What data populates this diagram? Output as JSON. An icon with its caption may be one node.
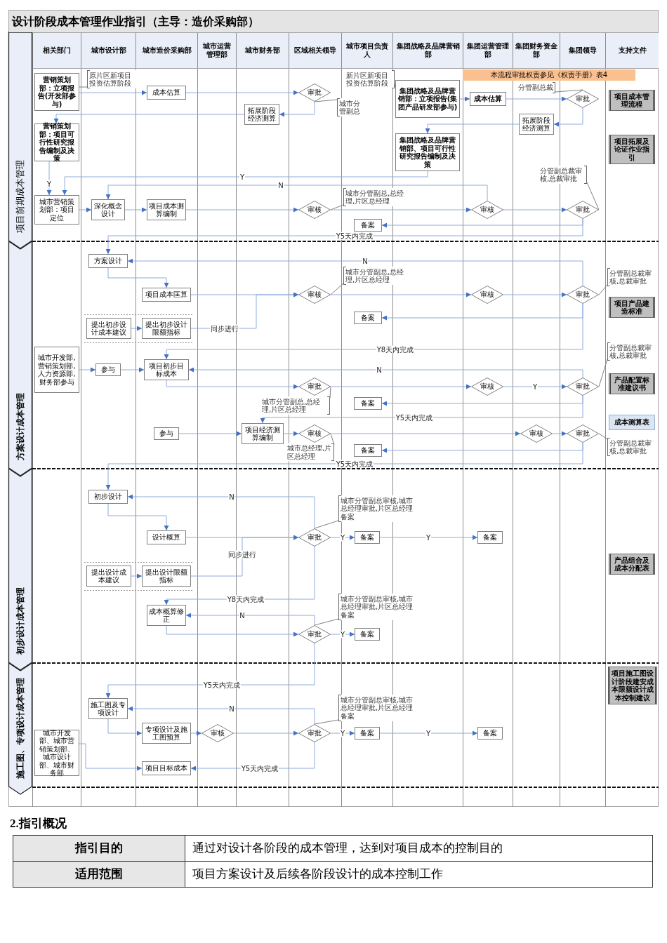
{
  "diagram": {
    "title": "设计阶段成本管理作业指引（主导：造价采购部）",
    "nodes": [
      {
        "text": [
          "营销策划部：立项报告(开发部参与)"
        ]
      },
      {
        "text": [
          "原片区新项目投资估算阶段"
        ]
      },
      {
        "text": [
          "成本估算"
        ]
      },
      {
        "text": [
          "审批"
        ]
      },
      {
        "text": [
          "新片区新项目投资估算阶段"
        ]
      },
      {
        "text": [
          "城市分管副总"
        ]
      },
      {
        "text": [
          "集团战略及品牌营销部：立项报告(集团产品研发部参与)"
        ]
      },
      {
        "text": [
          "成本估算"
        ]
      },
      {
        "text": [
          "分管副总裁"
        ]
      },
      {
        "text": [
          "审批"
        ]
      },
      {
        "text": [
          "项目成本管理流程"
        ]
      },
      {
        "text": [
          "拓展阶段经济测算"
        ]
      },
      {
        "text": [
          "拓展阶段经济测算"
        ]
      },
      {
        "text": [
          "营销策划部：项目可行性研究报告编制及决策"
        ]
      },
      {
        "text": [
          "集团战略及品牌营销部、项目可行性研究报告编制及决策"
        ]
      },
      {
        "text": [
          "项目拓展及论证作业指引"
        ]
      },
      {
        "text": [
          "分管副总裁审核,总裁审批"
        ]
      },
      {
        "text": [
          "城市分管副总,总经理,片区总经理"
        ]
      },
      {
        "text": [
          "城市营销策划部：项目定位"
        ]
      },
      {
        "text": [
          "深化概念设计"
        ]
      },
      {
        "text": [
          "项目成本测算编制"
        ]
      },
      {
        "text": [
          "审核"
        ]
      },
      {
        "text": [
          "审核"
        ]
      },
      {
        "text": [
          "审批"
        ]
      },
      {
        "text": [
          "备案"
        ]
      },
      {
        "text": [
          "方案设计"
        ]
      },
      {
        "text": [
          "城市分管副总,总经理,片区总经理"
        ]
      },
      {
        "text": [
          "分管副总裁审核,总裁审批"
        ]
      },
      {
        "text": [
          "项目成本匡算"
        ]
      },
      {
        "text": [
          "审核"
        ]
      },
      {
        "text": [
          "审核"
        ]
      },
      {
        "text": [
          "审批"
        ]
      },
      {
        "text": [
          "项目产品建造标准"
        ]
      },
      {
        "text": [
          "提出初步设计成本建议"
        ]
      },
      {
        "text": [
          "提出初步设计限额指标"
        ]
      },
      {
        "text": [
          "备案"
        ]
      },
      {
        "text": [
          "城市开发部,营销策划部,人力资源部,财务部参与"
        ]
      },
      {
        "text": [
          "分管副总裁审核,总裁审批"
        ]
      },
      {
        "text": [
          "参与"
        ]
      },
      {
        "text": [
          "项目初步目标成本"
        ]
      },
      {
        "text": [
          "产品配置标准建议书"
        ]
      },
      {
        "text": [
          "审批"
        ]
      },
      {
        "text": [
          "审核"
        ]
      },
      {
        "text": [
          "审批"
        ]
      },
      {
        "text": [
          "城市分管副总,总经理,片区总经理"
        ]
      },
      {
        "text": [
          "备案"
        ]
      },
      {
        "text": [
          "成本测算表"
        ]
      },
      {
        "text": [
          "参与"
        ]
      },
      {
        "text": [
          "项目经济测算编制"
        ]
      },
      {
        "text": [
          "审核"
        ]
      },
      {
        "text": [
          "审核"
        ]
      },
      {
        "text": [
          "审批"
        ]
      },
      {
        "text": [
          "分管副总裁审核,总裁审批"
        ]
      },
      {
        "text": [
          "城市总经理,片区总经理"
        ]
      },
      {
        "text": [
          "备案"
        ]
      },
      {
        "text": [
          "初步设计"
        ]
      },
      {
        "text": [
          "城市分管副总审核,城市总经理审批,片区总经理备案"
        ]
      },
      {
        "text": [
          "设计概算"
        ]
      },
      {
        "text": [
          "审批"
        ]
      },
      {
        "text": [
          "备案"
        ]
      },
      {
        "text": [
          "备案"
        ]
      },
      {
        "text": [
          "产品组合及成本分配表"
        ]
      },
      {
        "text": [
          "提出设计成本建议"
        ]
      },
      {
        "text": [
          "提出设计限额指标"
        ]
      },
      {
        "text": [
          "城市分管副总审核,城市总经理审批,片区总经理备案"
        ]
      },
      {
        "text": [
          "成本概算修正"
        ]
      },
      {
        "text": [
          "审批"
        ]
      },
      {
        "text": [
          "备案"
        ]
      },
      {
        "text": [
          "项目施工图设计阶段建安成本限额设计成本控制建议"
        ]
      },
      {
        "text": [
          "施工图及专项设计"
        ]
      },
      {
        "text": [
          "城市分管副总审核,城市总经理审批,片区总经理备案"
        ]
      },
      {
        "text": [
          "专项设计及施工图预算"
        ]
      },
      {
        "text": [
          "审核"
        ]
      },
      {
        "text": [
          "审批"
        ]
      },
      {
        "text": [
          "备案"
        ]
      },
      {
        "text": [
          "备案"
        ]
      },
      {
        "text": [
          "城市开发部、城市营销策划部、城市设计部、城市财务部"
        ]
      },
      {
        "text": [
          "项目目标成本"
        ]
      }
    ],
    "edges": [
      {
        "from": 0,
        "to": 2,
        "arrow": "to"
      },
      {
        "from": 1,
        "to": 0,
        "arrow": "none",
        "color": "#808080"
      },
      {
        "from": 2,
        "to": 3,
        "arrow": "to"
      },
      {
        "from": 3,
        "to": 11,
        "arrow": "to"
      },
      {
        "from": 11,
        "to": 13,
        "arrow": "to"
      },
      {
        "from": 5,
        "to": 3,
        "arrow": "none",
        "color": "#808080"
      },
      {
        "from": 4,
        "to": 6,
        "arrow": "none",
        "color": "#808080"
      },
      {
        "from": 6,
        "to": 7,
        "arrow": "to"
      },
      {
        "from": 7,
        "to": 9,
        "arrow": "to"
      },
      {
        "from": 8,
        "to": 9,
        "arrow": "none",
        "color": "#808080"
      },
      {
        "from": 9,
        "to": 12,
        "arrow": "to"
      },
      {
        "from": 12,
        "to": 14,
        "arrow": "to"
      },
      {
        "from": 13,
        "to": 18,
        "arrow": "to",
        "label": "Y"
      },
      {
        "from": 14,
        "to": 18,
        "arrow": "to",
        "label": "Y"
      },
      {
        "from": 16,
        "to": 23,
        "arrow": "none",
        "color": "#808080"
      },
      {
        "from": 17,
        "to": 21,
        "arrow": "none",
        "color": "#808080"
      },
      {
        "from": 18,
        "to": 19,
        "arrow": "to"
      },
      {
        "from": 19,
        "to": 20,
        "arrow": "to"
      },
      {
        "from": 20,
        "to": 21,
        "arrow": "to"
      },
      {
        "from": 21,
        "to": 22,
        "arrow": "to"
      },
      {
        "from": 22,
        "to": 23,
        "arrow": "to"
      },
      {
        "from": 22,
        "to": 19,
        "arrow": "to",
        "label": "N"
      },
      {
        "from": 23,
        "to": 24,
        "arrow": "to"
      },
      {
        "from": 23,
        "to": 25,
        "arrow": "to",
        "label": "Y5天内完成"
      },
      {
        "from": 25,
        "to": 28,
        "arrow": "to"
      },
      {
        "from": 26,
        "to": 29,
        "arrow": "none",
        "color": "#808080"
      },
      {
        "from": 27,
        "to": 31,
        "arrow": "none",
        "color": "#808080"
      },
      {
        "from": 28,
        "to": 29,
        "arrow": "to"
      },
      {
        "from": 33,
        "to": 34,
        "arrow": "to"
      },
      {
        "from": 34,
        "to": 29,
        "arrow": "to",
        "label": "同步进行"
      },
      {
        "from": 29,
        "to": 30,
        "arrow": "to"
      },
      {
        "from": 30,
        "to": 31,
        "arrow": "to"
      },
      {
        "from": 31,
        "to": 25,
        "arrow": "to",
        "label": "N"
      },
      {
        "from": 31,
        "to": 35,
        "arrow": "to"
      },
      {
        "from": 31,
        "to": 39,
        "arrow": "to",
        "label": "Y8天内完成"
      },
      {
        "from": 36,
        "to": 38,
        "arrow": "to"
      },
      {
        "from": 38,
        "to": 39,
        "arrow": "to"
      },
      {
        "from": 39,
        "to": 41,
        "arrow": "to"
      },
      {
        "from": 43,
        "to": 39,
        "arrow": "to",
        "label": "N"
      },
      {
        "from": 44,
        "to": 41,
        "arrow": "none",
        "color": "#808080"
      },
      {
        "from": 41,
        "to": 42,
        "arrow": "to"
      },
      {
        "from": 42,
        "to": 43,
        "arrow": "to",
        "label": "Y"
      },
      {
        "from": 37,
        "to": 43,
        "arrow": "none",
        "color": "#808080"
      },
      {
        "from": 43,
        "to": 45,
        "arrow": "to"
      },
      {
        "from": 43,
        "to": 48,
        "arrow": "to",
        "label": "Y5天内完成"
      },
      {
        "from": 47,
        "to": 48,
        "arrow": "to"
      },
      {
        "from": 48,
        "to": 49,
        "arrow": "to"
      },
      {
        "from": 53,
        "to": 49,
        "arrow": "none",
        "color": "#808080"
      },
      {
        "from": 49,
        "to": 50,
        "arrow": "to"
      },
      {
        "from": 50,
        "to": 51,
        "arrow": "to"
      },
      {
        "from": 52,
        "to": 51,
        "arrow": "none",
        "color": "#808080"
      },
      {
        "from": 51,
        "to": 54,
        "arrow": "to"
      },
      {
        "from": 51,
        "to": 55,
        "arrow": "to",
        "label": "Y5天内完成"
      },
      {
        "from": 55,
        "to": 57,
        "arrow": "to"
      },
      {
        "from": 56,
        "to": 58,
        "arrow": "none",
        "color": "#808080"
      },
      {
        "from": 57,
        "to": 58,
        "arrow": "to"
      },
      {
        "from": 62,
        "to": 63,
        "arrow": "to"
      },
      {
        "from": 63,
        "to": 58,
        "arrow": "to",
        "label": "同步进行"
      },
      {
        "from": 58,
        "to": 55,
        "arrow": "to",
        "label": "N"
      },
      {
        "from": 58,
        "to": 59,
        "arrow": "to",
        "label": "Y"
      },
      {
        "from": 59,
        "to": 60,
        "arrow": "to",
        "label": "Y"
      },
      {
        "from": 58,
        "to": 65,
        "arrow": "to",
        "label": "Y8天内完成"
      },
      {
        "from": 65,
        "to": 66,
        "arrow": "to"
      },
      {
        "from": 66,
        "to": 65,
        "arrow": "to",
        "label": "N"
      },
      {
        "from": 64,
        "to": 66,
        "arrow": "none",
        "color": "#808080"
      },
      {
        "from": 66,
        "to": 67,
        "arrow": "to",
        "label": "Y"
      },
      {
        "from": 66,
        "to": 69,
        "arrow": "to",
        "label": "Y5天内完成"
      },
      {
        "from": 69,
        "to": 71,
        "arrow": "to"
      },
      {
        "from": 71,
        "to": 72,
        "arrow": "to"
      },
      {
        "from": 72,
        "to": 73,
        "arrow": "to"
      },
      {
        "from": 73,
        "to": 69,
        "arrow": "to",
        "label": "N"
      },
      {
        "from": 70,
        "to": 73,
        "arrow": "none",
        "color": "#808080"
      },
      {
        "from": 73,
        "to": 74,
        "arrow": "to",
        "label": "Y"
      },
      {
        "from": 74,
        "to": 75,
        "arrow": "to",
        "label": "Y"
      },
      {
        "from": 73,
        "to": 77,
        "arrow": "to",
        "label": "Y5天内完成"
      },
      {
        "from": 76,
        "to": 77,
        "arrow": "to"
      }
    ],
    "labels": [
      "相关部门",
      "城市设计部",
      "城市造价采购部",
      "城市运营管理部",
      "城市财务部",
      "区域相关领导",
      "城市项目负责人",
      "集团战略及品牌营销部",
      "集团运营管理部",
      "集团财务资金部",
      "集团领导",
      "支持文件",
      "本流程审批权责参见《权责手册》表4",
      "项目前期成本管理",
      "方案设计成本管理",
      "初步设计成本管理",
      "施工图、专项设计成本管理",
      "2.指引概况",
      "指引目的",
      "通过对设计各阶段的成本管理，达到对项目成本的控制目的",
      "适用范围",
      "项目方案设计及后续各阶段设计的成本控制工作"
    ]
  }
}
